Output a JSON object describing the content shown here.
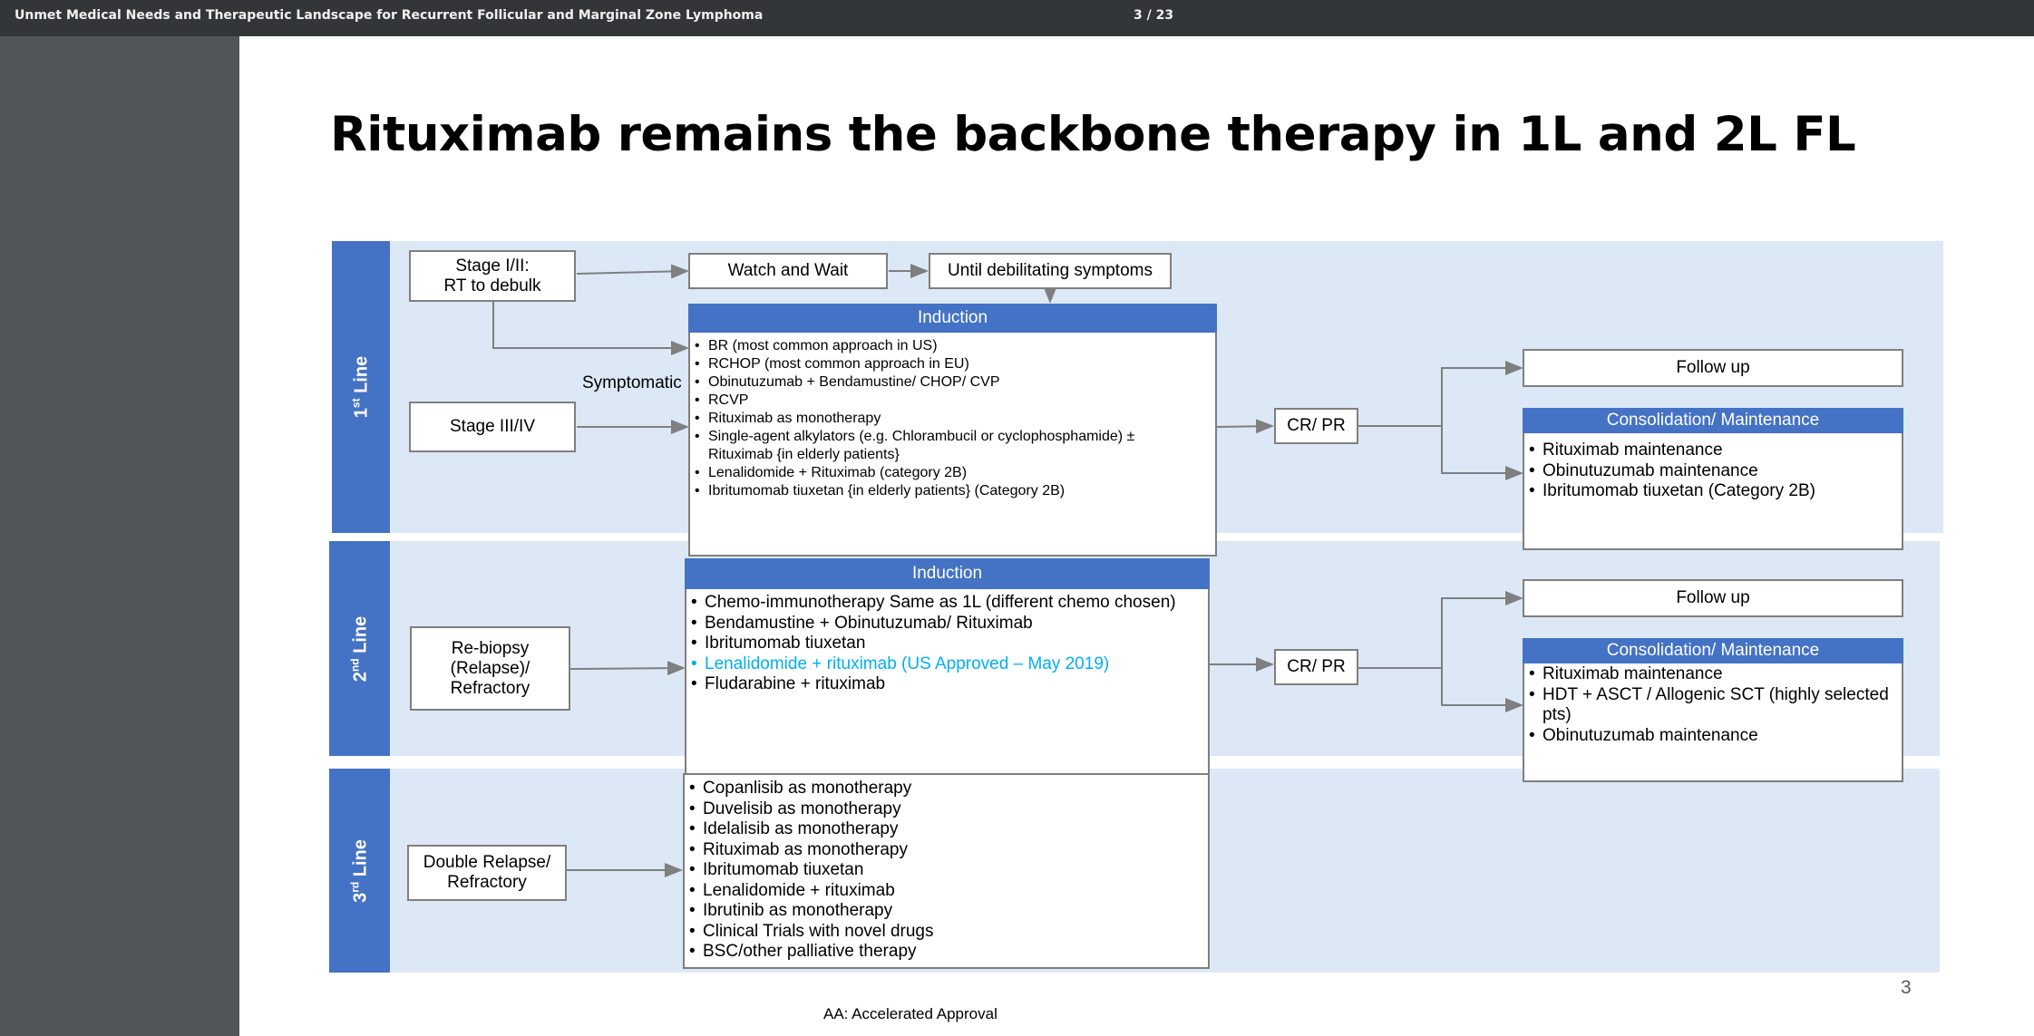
{
  "toolbar": {
    "doc_title": "Unmet Medical Needs and Therapeutic Landscape for Recurrent Follicular and Marginal Zone Lymphoma",
    "page_indicator": "3 / 23"
  },
  "slide": {
    "title": "Rituximab remains the backbone therapy in 1L and 2L FL",
    "page_number": "3",
    "footnote": "AA: Accelerated Approval"
  },
  "line1": {
    "label_num": "1",
    "label_sup": "st",
    "label_word": " Line",
    "stage12_line1": "Stage I/II:",
    "stage12_line2": "RT to debulk",
    "stage34": "Stage III/IV",
    "symptomatic": "Symptomatic",
    "watch_wait": "Watch and Wait",
    "until": "Until debilitating symptoms",
    "induction_header": "Induction",
    "induction_items": [
      "BR (most common approach in US)",
      "RCHOP (most common approach in EU)",
      "Obinutuzumab + Bendamustine/ CHOP/ CVP",
      "RCVP",
      "Rituximab as monotherapy",
      "Single-agent alkylators (e.g. Chlorambucil or cyclophosphamide) ± Rituximab {in elderly patients}",
      "Lenalidomide + Rituximab (category 2B)",
      "Ibritumomab tiuxetan {in elderly patients} (Category 2B)"
    ],
    "crpr": "CR/ PR",
    "follow_up": "Follow up",
    "consolidation_header": "Consolidation/ Maintenance",
    "consolidation_items": [
      "Rituximab maintenance",
      "Obinutuzumab maintenance",
      "Ibritumomab tiuxetan (Category 2B)"
    ]
  },
  "line2": {
    "label_num": "2",
    "label_sup": "nd",
    "label_word": " Line",
    "rebiopsy_l1": "Re-biopsy",
    "rebiopsy_l2": "(Relapse)/",
    "rebiopsy_l3": "Refractory",
    "induction_header": "Induction",
    "induction_items": [
      "Chemo-immunotherapy Same as 1L (different chemo chosen)",
      "Bendamustine + Obinutuzumab/ Rituximab",
      "Ibritumomab tiuxetan",
      "Lenalidomide + rituximab (US Approved – May 2019)",
      "Fludarabine + rituximab"
    ],
    "highlight_color": "#00b0f0",
    "crpr": "CR/ PR",
    "follow_up": "Follow up",
    "consolidation_header": "Consolidation/ Maintenance",
    "consolidation_items": [
      "Rituximab maintenance",
      "HDT + ASCT / Allogenic SCT (highly selected pts)",
      "Obinutuzumab maintenance"
    ]
  },
  "line3": {
    "label_num": "3",
    "label_sup": "rd",
    "label_word": " Line",
    "double_l1": "Double Relapse/",
    "double_l2": "Refractory",
    "items": [
      "Copanlisib as monotherapy",
      "Duvelisib as monotherapy",
      "Idelalisib as monotherapy",
      "Rituximab as monotherapy",
      "Ibritumomab tiuxetan",
      "Lenalidomide + rituximab",
      "Ibrutinib as monotherapy",
      "Clinical Trials with novel drugs",
      "BSC/other palliative therapy"
    ]
  },
  "colors": {
    "band": "#dce8f5",
    "label_blue": "#4472c4",
    "arrow": "#7f7f7f"
  }
}
